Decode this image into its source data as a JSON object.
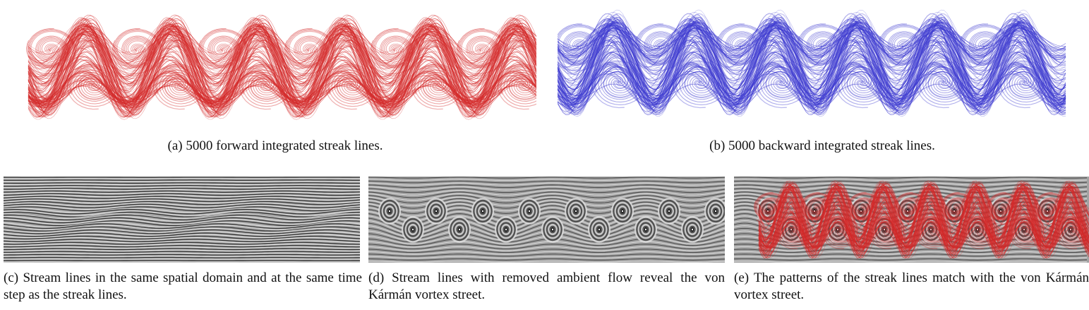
{
  "figure": {
    "panels": [
      {
        "id": "a",
        "caption": "(a) 5000 forward integrated streak lines.",
        "content": "streak-lines",
        "color": "#d42a2a"
      },
      {
        "id": "b",
        "caption": "(b) 5000 backward integrated streak lines.",
        "content": "streak-lines",
        "color": "#3d3ad0"
      },
      {
        "id": "c",
        "caption": "(c) Stream lines in the same spatial domain and at the same time step as the streak lines.",
        "content": "stream-lines",
        "color": "#555555"
      },
      {
        "id": "d",
        "caption": "(d) Stream lines with removed ambient flow reveal the von Kármán vortex street.",
        "content": "vortex-street",
        "color": "#555555"
      },
      {
        "id": "e",
        "caption": "(e) The patterns of the streak lines match with the von Kármán vortex street.",
        "content": "vortex-street-overlay",
        "color": "#d42a2a"
      }
    ]
  }
}
